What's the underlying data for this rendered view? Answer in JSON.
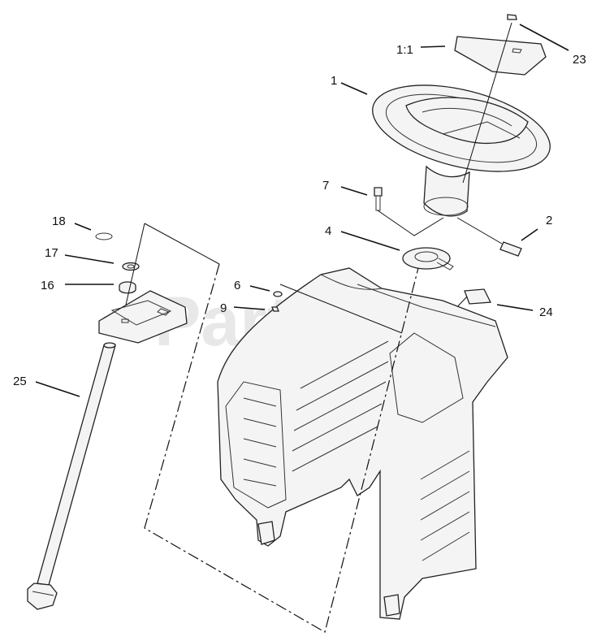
{
  "watermark": "PartsTree",
  "callouts": {
    "c1_1": "1:1",
    "c1": "1",
    "c23": "23",
    "c7": "7",
    "c2": "2",
    "c18": "18",
    "c17": "17",
    "c16": "16",
    "c4": "4",
    "c6": "6",
    "c9": "9",
    "c24": "24",
    "c25": "25"
  }
}
